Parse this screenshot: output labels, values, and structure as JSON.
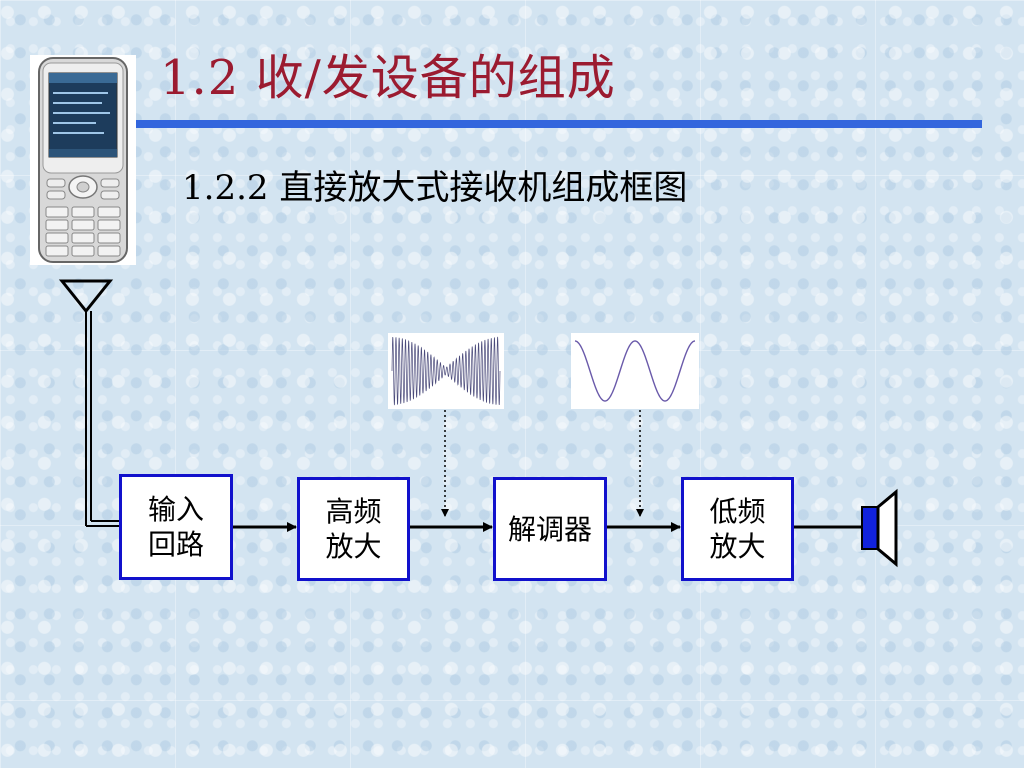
{
  "slide": {
    "title": "1.2 收/发设备的组成",
    "subtitle": "1.2.2 直接放大式接收机组成框图"
  },
  "blocks": {
    "input_circuit": {
      "line1": "输入",
      "line2": "回路"
    },
    "rf_amp": {
      "line1": "高频",
      "line2": "放大"
    },
    "demodulator": {
      "line1": "解调器"
    },
    "af_amp": {
      "line1": "低频",
      "line2": "放大"
    }
  },
  "colors": {
    "title": "#9b1b30",
    "rule": "#3366dd",
    "block_border": "#1111cc",
    "speaker_fill": "#1122dd",
    "am_wave": "#4a4a7a",
    "audio_wave": "#6a5aaa"
  },
  "icons": [
    "phone-icon",
    "antenna-icon",
    "speaker-icon"
  ]
}
